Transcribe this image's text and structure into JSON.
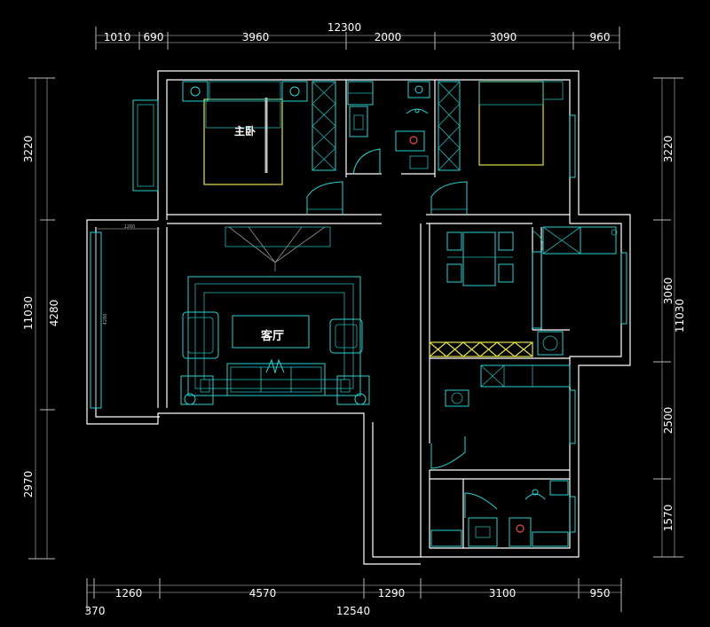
{
  "plan": {
    "rooms": {
      "master_bedroom": "主卧",
      "living_room": "客厅"
    },
    "dims_top": {
      "total": "12300",
      "segments": [
        "1010",
        "690",
        "3960",
        "2000",
        "3090",
        "960"
      ]
    },
    "dims_bottom": {
      "total": "12540",
      "left": "370",
      "segments": [
        "1260",
        "4570",
        "1290",
        "3100",
        "950"
      ]
    },
    "dims_left": {
      "total": "11030",
      "segments": [
        "3220",
        "4280",
        "2970"
      ]
    },
    "dims_right": {
      "total": "11030",
      "segments": [
        "3220",
        "3060",
        "2500",
        "1570"
      ]
    },
    "small_labels": {
      "balcony_width": "1260",
      "balcony_side": "4280"
    }
  },
  "colors": {
    "background": "#000000",
    "walls": "#ffffff",
    "furniture": "#29d3d3",
    "highlight": "#e6e04a",
    "dimension_text": "#ffffff"
  }
}
